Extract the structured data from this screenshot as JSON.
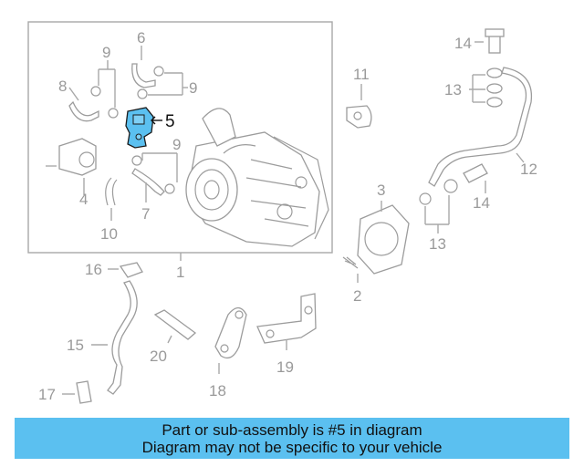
{
  "diagram": {
    "highlight_color": "#5bc0f0",
    "callouts": {
      "c1": "1",
      "c2": "2",
      "c3": "3",
      "c4": "4",
      "c5": "5",
      "c6": "6",
      "c7": "7",
      "c8": "8",
      "c9a": "9",
      "c9b": "9",
      "c9c": "9",
      "c10": "10",
      "c11": "11",
      "c12": "12",
      "c13a": "13",
      "c13b": "13",
      "c14a": "14",
      "c14b": "14",
      "c15": "15",
      "c16": "16",
      "c17": "17",
      "c18": "18",
      "c19": "19",
      "c20": "20"
    }
  },
  "banner": {
    "line1": "Part or sub-assembly is #5 in diagram",
    "line2": "Diagram may not be specific to your vehicle"
  }
}
